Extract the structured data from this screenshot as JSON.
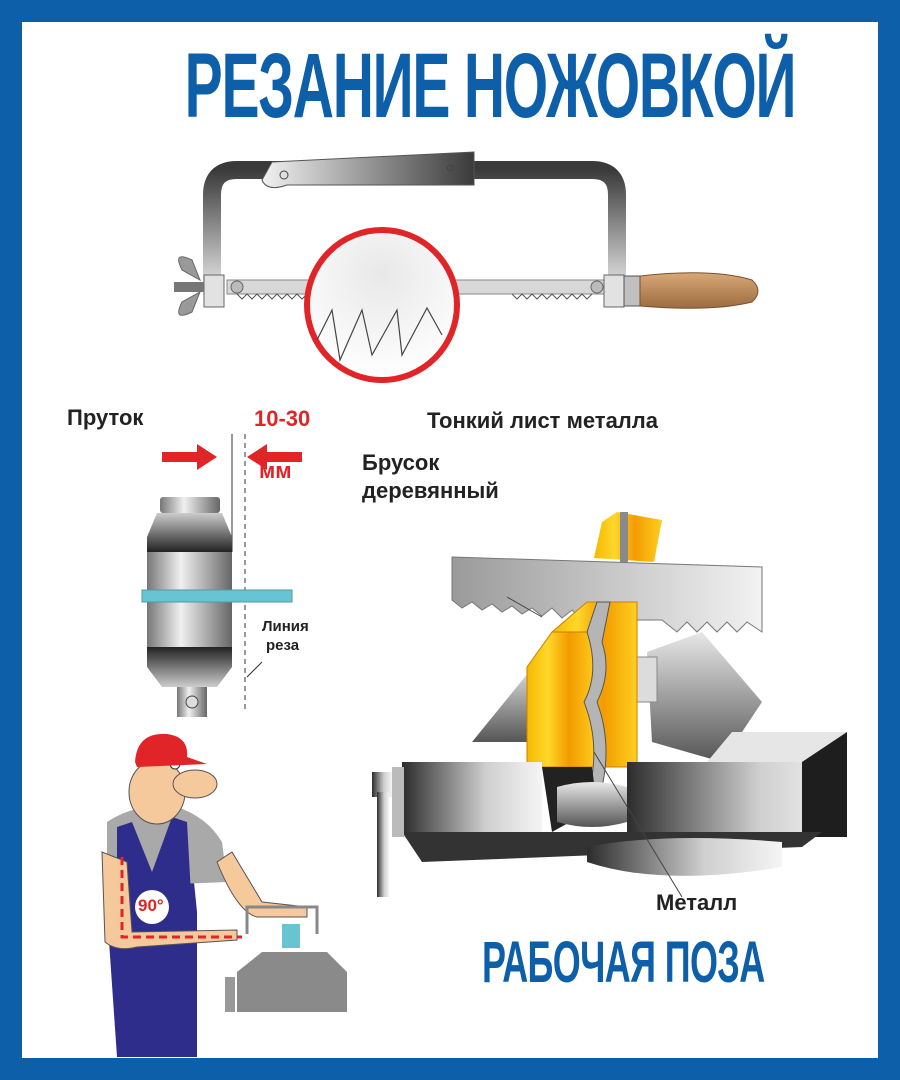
{
  "poster": {
    "title": "РЕЗАНИЕ НОЖОВКОЙ",
    "border_color": "#0c5fa8",
    "accent_red": "#e02427"
  },
  "hacksaw": {
    "name": "hacksaw-with-tooth-magnifier"
  },
  "rod_section": {
    "label": "Пруток",
    "distance": "10-30",
    "unit": "мм",
    "cut_line_label_1": "Линия",
    "cut_line_label_2": "реза"
  },
  "vise_section": {
    "thin_sheet_label": "Тонкий лист металла",
    "wood_block_label_1": "Брусок",
    "wood_block_label_2": "деревянный",
    "metal_label": "Металл"
  },
  "posture_section": {
    "title": "РАБОЧАЯ ПОЗА",
    "angle": "90°"
  }
}
